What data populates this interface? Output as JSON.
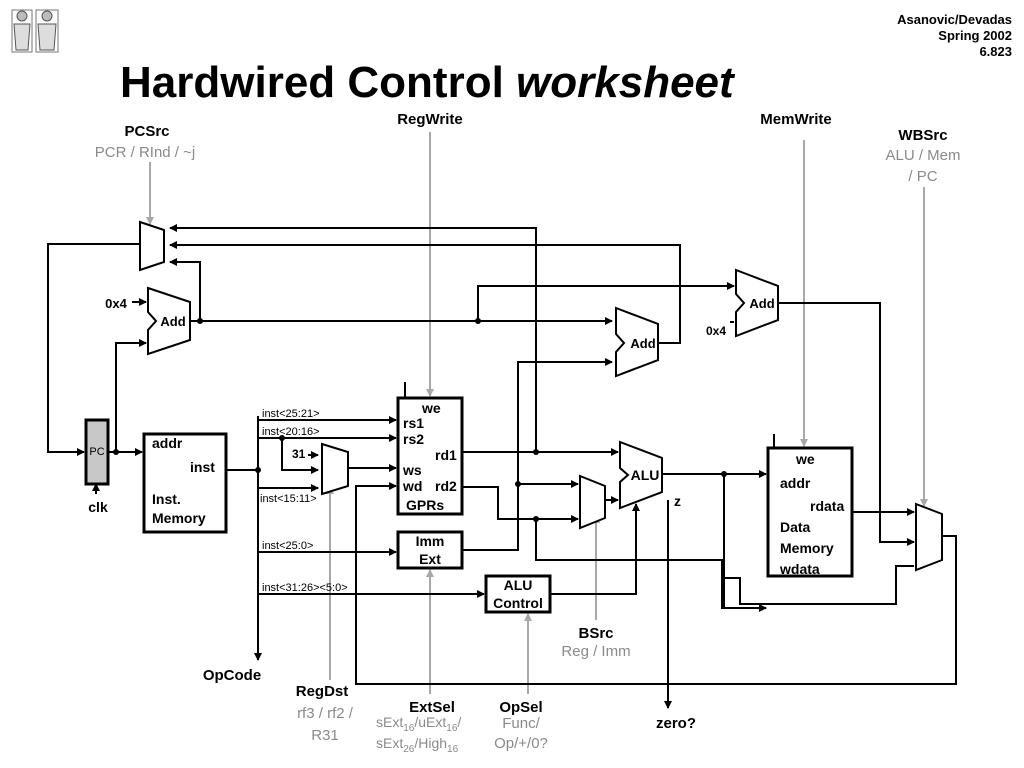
{
  "header": {
    "title_main": "Hardwired Control",
    "title_italic": "worksheet",
    "corner_line1": "Asanovic/Devadas",
    "corner_line2": "Spring 2002",
    "corner_line3": "6.823"
  },
  "logo": {
    "icon": "mit-figures-logo-icon"
  },
  "controls": {
    "pcsrc": {
      "name": "PCSrc",
      "options": "PCR / RInd / ~j"
    },
    "regwrite": {
      "name": "RegWrite"
    },
    "memwrite": {
      "name": "MemWrite"
    },
    "wbsrc": {
      "name": "WBSrc",
      "options_line1": "ALU / Mem",
      "options_line2": "/ PC"
    },
    "bsrc": {
      "name": "BSrc",
      "options": "Reg / Imm"
    },
    "opcode": {
      "name": "OpCode"
    },
    "regdst": {
      "name": "RegDst",
      "options_line1": "rf3 / rf2 /",
      "options_line2": "R31"
    },
    "extsel": {
      "name": "ExtSel",
      "l1a": "sExt",
      "l1a_sub": "16",
      "l1b": "/uExt",
      "l1b_sub": "16",
      "l1c": "/",
      "l2a": "sExt",
      "l2a_sub": "26",
      "l2b": "/High",
      "l2b_sub": "16"
    },
    "opsel": {
      "name": "OpSel",
      "options_line1": "Func/",
      "options_line2": "Op/+/0?"
    },
    "zero": {
      "name": "zero?"
    }
  },
  "blocks": {
    "pc": "PC",
    "clk": "clk",
    "imem": {
      "addr": "addr",
      "inst": "inst",
      "name1": "Inst.",
      "name2": "Memory"
    },
    "gprs": {
      "we": "we",
      "rs1": "rs1",
      "rs2": "rs2",
      "ws": "ws",
      "wd": "wd",
      "rd1": "rd1",
      "rd2": "rd2",
      "name": "GPRs"
    },
    "immext": {
      "line1": "Imm",
      "line2": "Ext"
    },
    "aluctrl": {
      "line1": "ALU",
      "line2": "Control"
    },
    "alu": "ALU",
    "alu_z": "z",
    "dmem": {
      "we": "we",
      "addr": "addr",
      "rdata": "rdata",
      "name1": "Data",
      "name2": "Memory",
      "wdata": "wdata"
    },
    "add_pc4": "Add",
    "add_br": "Add",
    "add_link": "Add",
    "const_4a": "0x4",
    "const_4b": "0x4",
    "const_31": "31"
  },
  "fields": {
    "f1": "inst<25:21>",
    "f2": "inst<20:16>",
    "f3": "inst<15:11>",
    "f4": "inst<25:0>",
    "f5": "inst<31:26><5:0>"
  }
}
